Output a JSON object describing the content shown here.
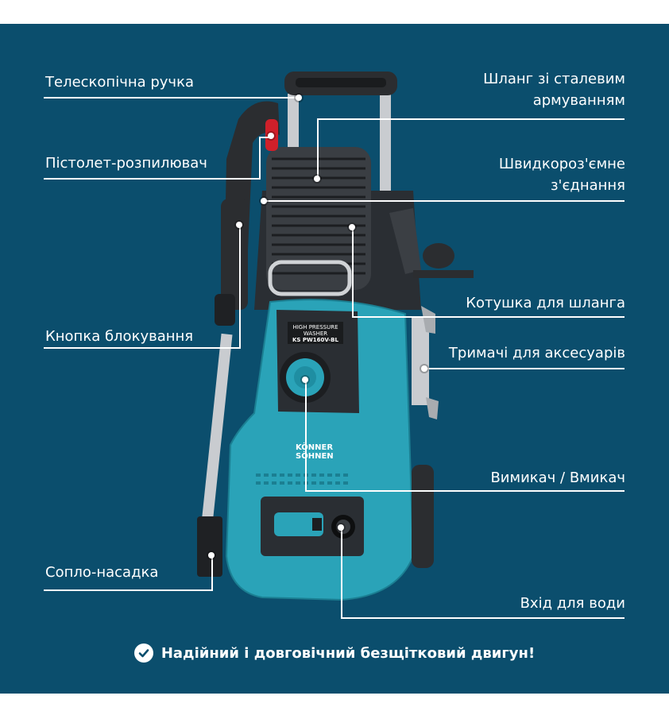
{
  "colors": {
    "background": "#0b4e6d",
    "body_teal": "#2aa3b8",
    "body_dark": "#2a2e33",
    "text": "#ffffff"
  },
  "labels": {
    "telescopic_handle": "Телескопічна ручка",
    "spray_gun": "Пістолет-розпилювач",
    "lock_button": "Кнопка блокування",
    "nozzle": "Сопло-насадка",
    "steel_hose_line1": "Шланг зі сталевим",
    "steel_hose_line2": "армуванням",
    "quick_connect_line1": "Швидкороз'ємне",
    "quick_connect_line2": "з'єднання",
    "hose_reel": "Котушка для шланга",
    "accessory_holders": "Тримачі для аксесуарів",
    "power_switch": "Вимикач / Вмикач",
    "water_inlet": "Вхід для води"
  },
  "device": {
    "plate_line1": "HIGH PRESSURE",
    "plate_line2": "WASHER",
    "model": "KS PW160V-BL",
    "brand_line1": "KÖNNER",
    "brand_line2": "SÖHNEN"
  },
  "footer": {
    "text": "Надійний і довговічний безщітковий двигун!",
    "icon": "check-circle-icon"
  }
}
